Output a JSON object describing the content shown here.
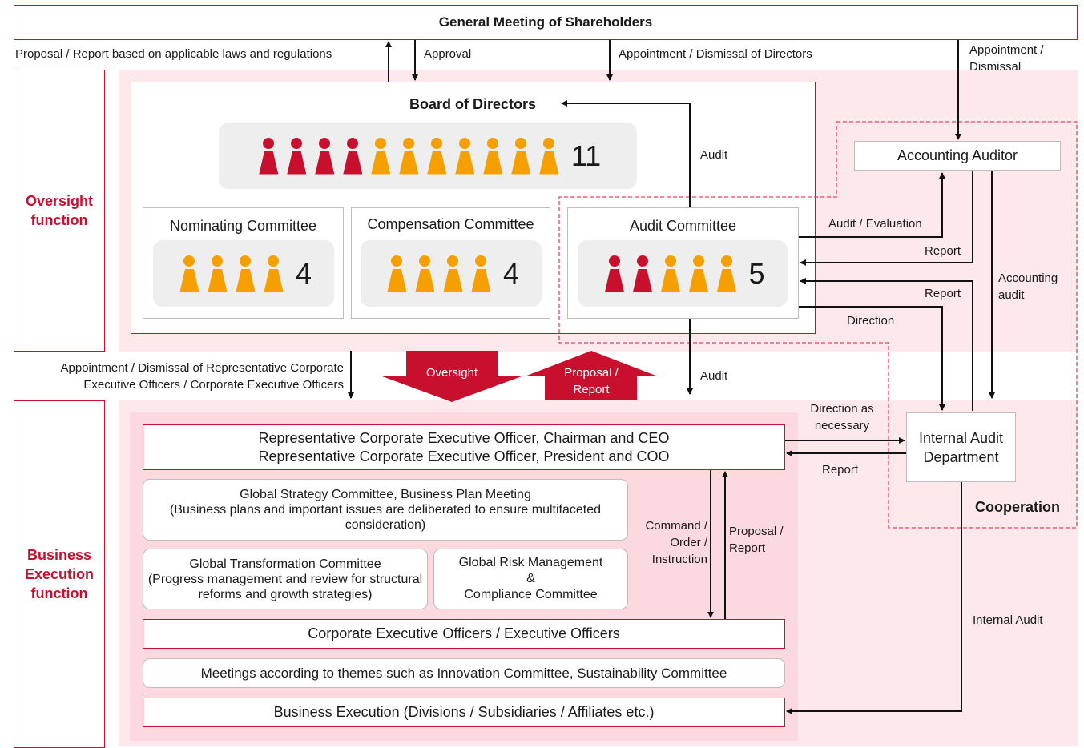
{
  "shareholders": "General Meeting of Shareholders",
  "side_labels": {
    "oversight": "Oversight function",
    "business": "Business Execution function"
  },
  "arrow_labels": {
    "proposal_report_laws": "Proposal / Report based on applicable laws and regulations",
    "approval": "Approval",
    "appt_directors": "Appointment / Dismissal of Directors",
    "appt_dismissal": "Appointment / Dismissal",
    "audit_top": "Audit",
    "audit_evaluation": "Audit / Evaluation",
    "report_1": "Report",
    "report_2": "Report",
    "accounting_audit": "Accounting audit",
    "direction": "Direction",
    "appt_officers": "Appointment / Dismissal of Representative Corporate Executive Officers / Corporate Executive Officers",
    "audit_bottom": "Audit",
    "direction_necessary": "Direction as necessary",
    "report_internal": "Report",
    "command": "Command / Order / Instruction",
    "proposal_report": "Proposal / Report",
    "internal_audit": "Internal Audit"
  },
  "big_arrows": {
    "oversight": "Oversight",
    "proposal_report": "Proposal / Report"
  },
  "board": {
    "title": "Board of Directors",
    "count": "11",
    "red": 4,
    "orange": 7
  },
  "committees": [
    {
      "title": "Nominating Committee",
      "count": "4",
      "red": 0,
      "orange": 4
    },
    {
      "title": "Compensation Committee",
      "count": "4",
      "red": 0,
      "orange": 4
    },
    {
      "title": "Audit Committee",
      "count": "5",
      "red": 2,
      "orange": 3
    }
  ],
  "accounting_auditor": "Accounting Auditor",
  "internal_audit_dept": "Internal Audit Department",
  "cooperation": "Cooperation",
  "ceo": {
    "line1": "Representative Corporate Executive Officer, Chairman and CEO",
    "line2": "Representative Corporate Executive Officer, President and COO"
  },
  "global_strategy": {
    "line1": "Global Strategy Committee, Business Plan Meeting",
    "line2": "(Business plans and important issues are deliberated to ensure multifaceted consideration)"
  },
  "global_transformation": {
    "line1": "Global Transformation Committee",
    "line2": "(Progress management and review for structural reforms and growth strategies)"
  },
  "global_risk": {
    "line1": "Global Risk Management",
    "line2": "&",
    "line3": "Compliance Committee"
  },
  "executive_officers": "Corporate Executive Officers / Executive Officers",
  "meetings": "Meetings according to themes such as Innovation Committee, Sustainability Committee",
  "business_execution": "Business Execution (Divisions / Subsidiaries / Affiliates etc.)",
  "colors": {
    "red": "#c8102e",
    "orange": "#f5a000",
    "pink_light": "#fde9ec",
    "pink_dark": "#fbd9de"
  }
}
